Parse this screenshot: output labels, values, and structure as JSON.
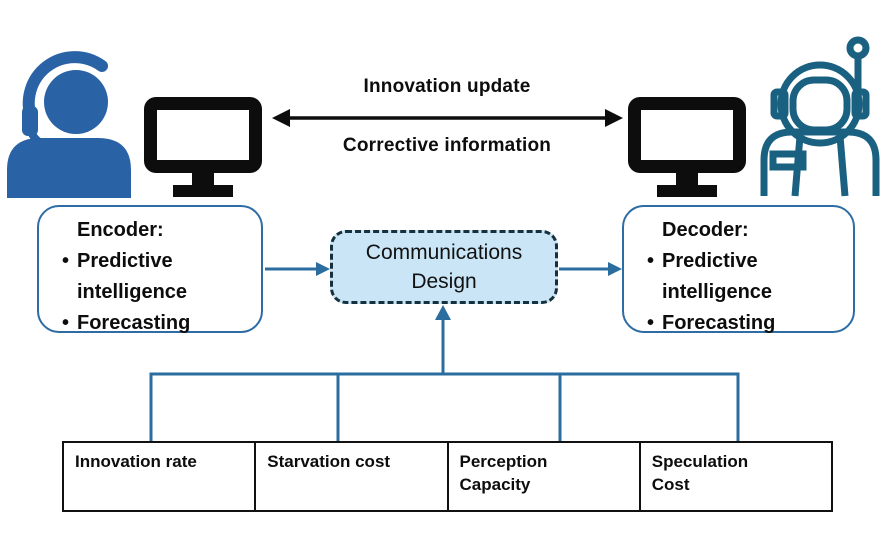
{
  "colors": {
    "person_blue": "#2a63a5",
    "astronaut_teal": "#1a6080",
    "connector_blue": "#2a6d9e",
    "box_border_blue": "#2e6da4",
    "comms_fill": "#c9e5f6",
    "comms_border": "#16303e",
    "monitor_black": "#0d0d0d"
  },
  "top": {
    "label_above_arrow": "Innovation update",
    "label_below_arrow": "Corrective information"
  },
  "icons": {
    "left": "person-headset-icon",
    "left_screen": "monitor-icon",
    "right_screen": "monitor-icon",
    "right": "astronaut-icon"
  },
  "boxes": {
    "encoder": {
      "title": "Encoder:",
      "items": [
        "Predictive intelligence",
        "Forecasting"
      ]
    },
    "decoder": {
      "title": "Decoder:",
      "items": [
        "Predictive intelligence",
        "Forecasting"
      ]
    },
    "comms": {
      "label": "Communications Design",
      "lines": [
        "Communications",
        "Design"
      ]
    }
  },
  "parameters": [
    {
      "label": "Innovation rate",
      "lines": [
        "Innovation rate",
        ""
      ]
    },
    {
      "label": "Starvation cost",
      "lines": [
        "Starvation cost",
        ""
      ]
    },
    {
      "label": "Perception Capacity",
      "lines": [
        "Perception",
        "Capacity"
      ]
    },
    {
      "label": "Speculation Cost",
      "lines": [
        "Speculation",
        "Cost"
      ]
    }
  ]
}
